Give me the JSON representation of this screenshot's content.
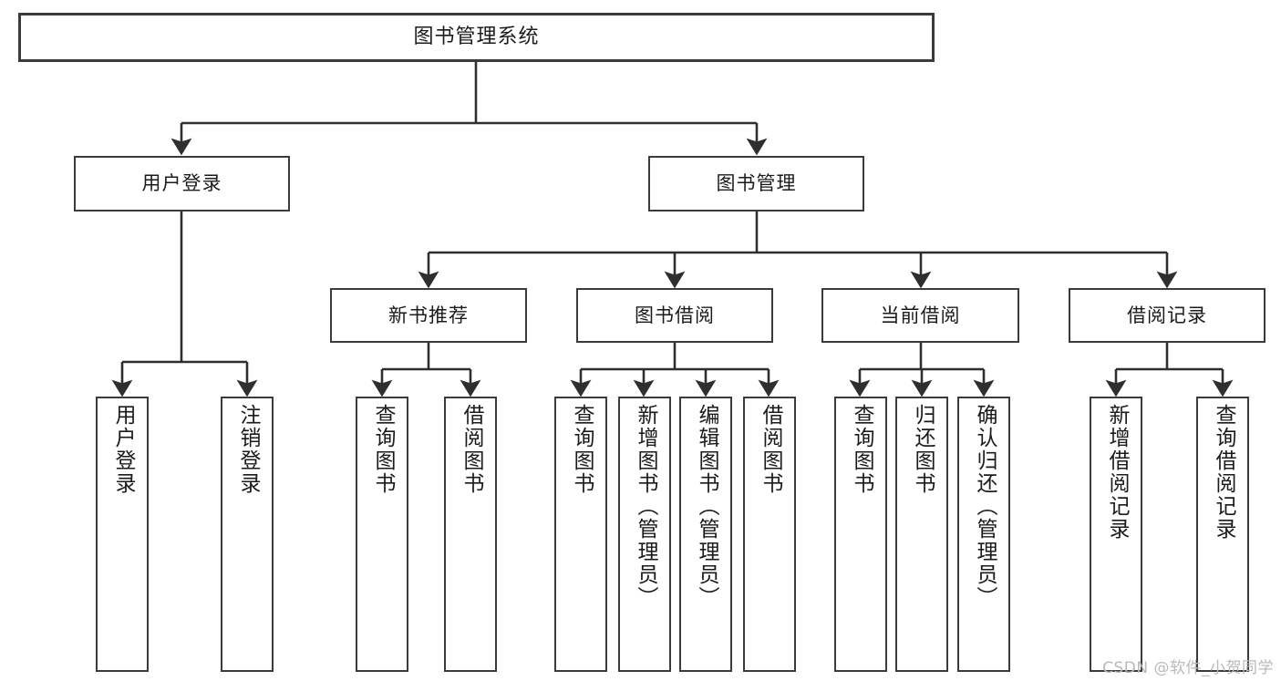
{
  "diagram": {
    "title": "图书管理系统",
    "type": "functional-structure-tree",
    "watermark": "CSDN @软件_小贺同学",
    "colors": {
      "background": "#ffffff",
      "box_border": "#3b3b3b",
      "line": "#2f2f2f",
      "text": "#1b1b1b",
      "watermark": "#b9b9b9"
    },
    "nodes": {
      "root": {
        "label": "图书管理系统"
      },
      "level2": [
        {
          "id": "user-login",
          "label": "用户登录"
        },
        {
          "id": "book-manage",
          "label": "图书管理"
        }
      ],
      "level3": [
        {
          "id": "new-book-recommend",
          "label": "新书推荐"
        },
        {
          "id": "book-borrow",
          "label": "图书借阅"
        },
        {
          "id": "current-borrow",
          "label": "当前借阅"
        },
        {
          "id": "borrow-record",
          "label": "借阅记录"
        }
      ],
      "leaves": {
        "user-login": [
          {
            "id": "leaf-user-login",
            "label": "用户登录"
          },
          {
            "id": "leaf-logout",
            "label": "注销登录"
          }
        ],
        "new-book-recommend": [
          {
            "id": "leaf-query-book-1",
            "label": "查询图书"
          },
          {
            "id": "leaf-borrow-book-1",
            "label": "借阅图书"
          }
        ],
        "book-borrow": [
          {
            "id": "leaf-query-book-2",
            "label": "查询图书"
          },
          {
            "id": "leaf-add-book",
            "label": "新增图书（管理员）"
          },
          {
            "id": "leaf-edit-book",
            "label": "编辑图书（管理员）"
          },
          {
            "id": "leaf-borrow-book-2",
            "label": "借阅图书"
          }
        ],
        "current-borrow": [
          {
            "id": "leaf-query-book-3",
            "label": "查询图书"
          },
          {
            "id": "leaf-return-book",
            "label": "归还图书"
          },
          {
            "id": "leaf-confirm-return",
            "label": "确认归还（管理员）"
          }
        ],
        "borrow-record": [
          {
            "id": "leaf-add-record",
            "label": "新增借阅记录"
          },
          {
            "id": "leaf-query-record",
            "label": "查询借阅记录"
          }
        ]
      }
    }
  }
}
